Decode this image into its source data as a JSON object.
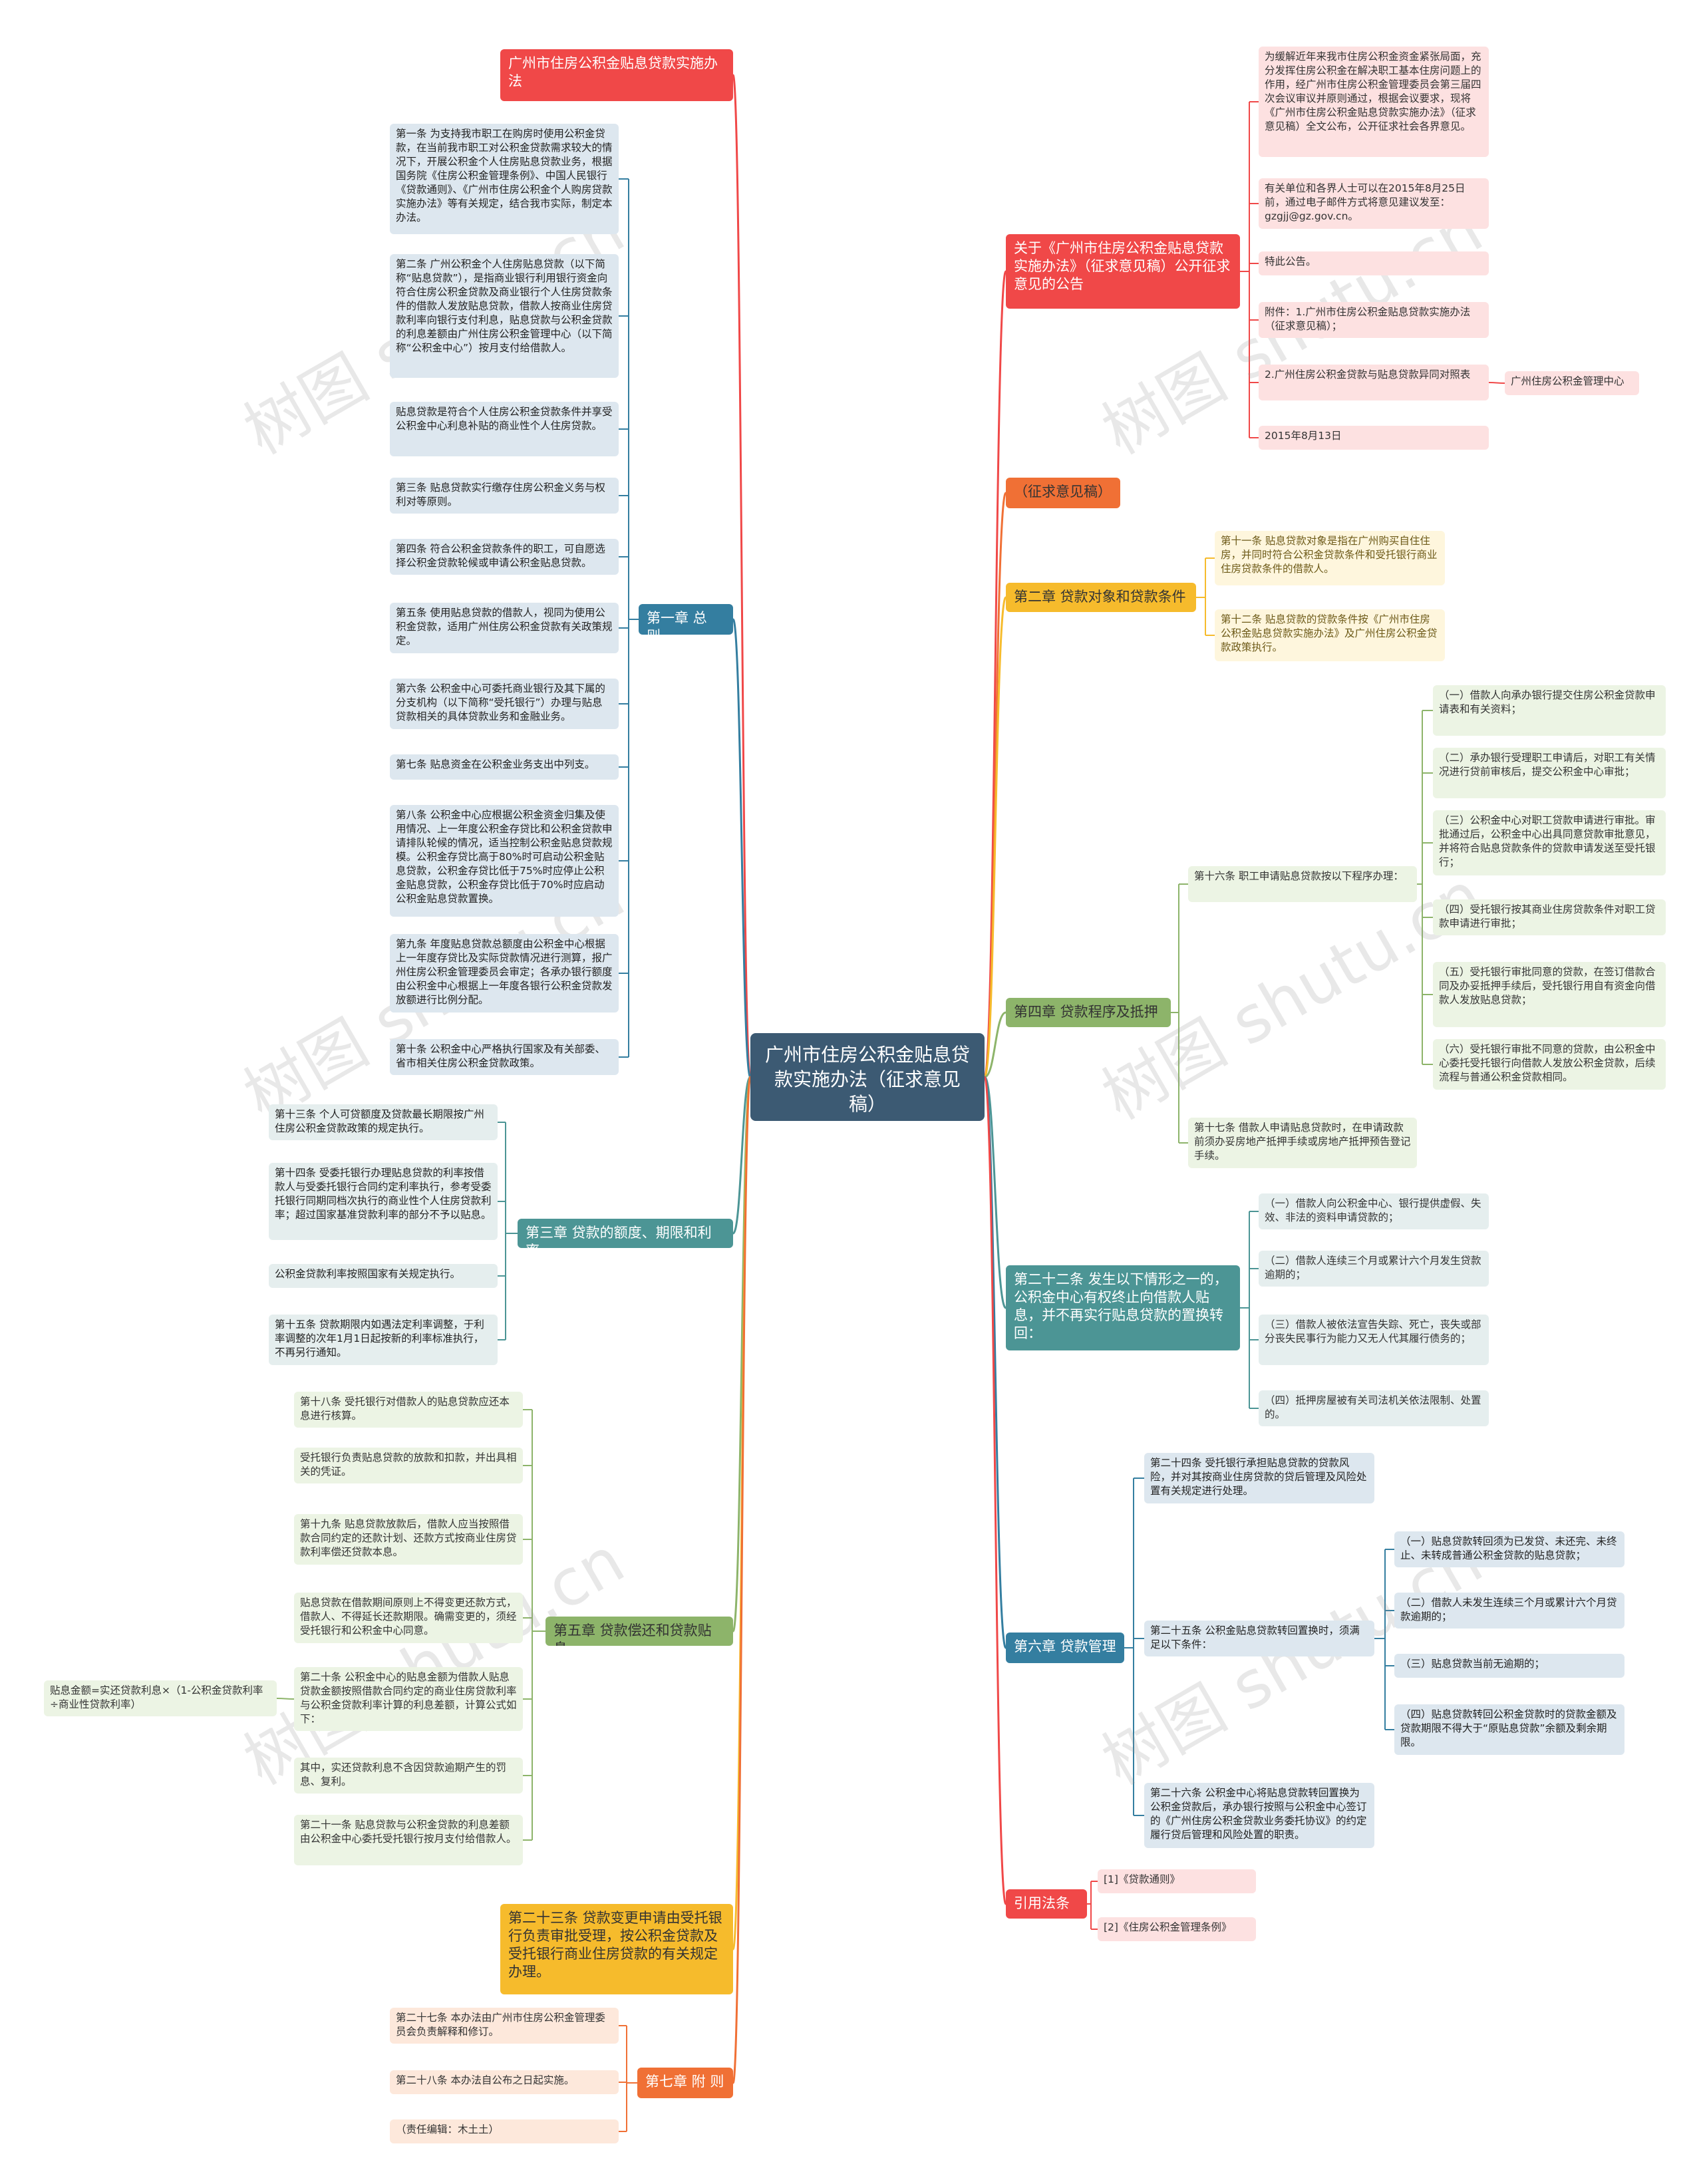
{
  "title": "广州市住房公积金贴息贷款实施办法（征求意见稿）",
  "watermark": "树图 shutu.cn",
  "colors": {
    "root": "#3c5a73",
    "red": "#f04848",
    "orange": "#f07035",
    "yellow": "#f6bb2c",
    "green": "#8db46a",
    "teal": "#4c9595",
    "blue": "#347ea0",
    "lightPink": "#fde1e1",
    "lightBlue": "#dde7ef",
    "lightYellow": "#fef6dd",
    "lightGreen": "#ecf4e4",
    "lightTeal": "#e5eeee",
    "lightPeach": "#fde8db"
  },
  "left": {
    "ch_title": {
      "label": "广州市住房公积金贴息贷款实施办法"
    },
    "ch1": {
      "label": "第一章 总 则",
      "items": [
        "第一条 为支持我市职工在购房时使用公积金贷款，在当前我市职工对公积金贷款需求较大的情况下，开展公积金个人住房贴息贷款业务，根据国务院《住房公积金管理条例》、中国人民银行《贷款通则》、《广州市住房公积金个人购房贷款实施办法》等有关规定，结合我市实际，制定本办法。",
        "第二条 广州公积金个人住房贴息贷款（以下简称“贴息贷款”），是指商业银行利用银行资金向符合住房公积金贷款及商业银行个人住房贷款条件的借款人发放贴息贷款，借款人按商业住房贷款利率向银行支付利息，贴息贷款与公积金贷款的利息差额由广州住房公积金管理中心（以下简称“公积金中心”）按月支付给借款人。",
        "贴息贷款是符合个人住房公积金贷款条件并享受公积金中心利息补贴的商业性个人住房贷款。",
        "第三条 贴息贷款实行缴存住房公积金义务与权利对等原则。",
        "第四条 符合公积金贷款条件的职工，可自愿选择公积金贷款轮候或申请公积金贴息贷款。",
        "第五条 使用贴息贷款的借款人，视同为使用公积金贷款，适用广州住房公积金贷款有关政策规定。",
        "第六条 公积金中心可委托商业银行及其下属的分支机构（以下简称“受托银行”）办理与贴息贷款相关的具体贷款业务和金融业务。",
        "第七条 贴息资金在公积金业务支出中列支。",
        "第八条 公积金中心应根据公积金资金归集及使用情况、上一年度公积金存贷比和公积金贷款申请排队轮候的情况，适当控制公积金贴息贷款规模。公积金存贷比高于80%时可启动公积金贴息贷款，公积金存贷比低于75%时应停止公积金贴息贷款，公积金存贷比低于70%时应启动公积金贴息贷款置换。",
        "第九条 年度贴息贷款总额度由公积金中心根据上一年度存贷比及实际贷款情况进行测算，报广州住房公积金管理委员会审定；各承办银行额度由公积金中心根据上一年度各银行公积金贷款发放额进行比例分配。",
        "第十条 公积金中心严格执行国家及有关部委、省市相关住房公积金贷款政策。"
      ]
    },
    "ch3": {
      "label": "第三章 贷款的额度、期限和利率",
      "items": [
        "第十三条 个人可贷额度及贷款最长期限按广州住房公积金贷款政策的规定执行。",
        "第十四条 受委托银行办理贴息贷款的利率按借款人与受委托银行合同约定利率执行，参考受委托银行同期同档次执行的商业性个人住房贷款利率；超过国家基准贷款利率的部分不予以贴息。",
        "公积金贷款利率按照国家有关规定执行。",
        "第十五条 贷款期限内如遇法定利率调整，于利率调整的次年1月1日起按新的利率标准执行，不再另行通知。"
      ]
    },
    "ch5": {
      "label": "第五章 贷款偿还和贷款贴息",
      "items": [
        "第十八条 受托银行对借款人的贴息贷款应还本息进行核算。",
        "受托银行负责贴息贷款的放款和扣款，并出具相关的凭证。",
        "第十九条 贴息贷款放款后，借款人应当按照借款合同约定的还款计划、还款方式按商业住房贷款利率偿还贷款本息。",
        "贴息贷款在借款期间原则上不得变更还款方式，借款人、不得延长还款期限。确需变更的，须经受托银行和公积金中心同意。",
        "第二十条 公积金中心的贴息金额为借款人贴息贷款金额按照借款合同约定的商业住房贷款利率与公积金贷款利率计算的利息差额，计算公式如下：",
        "其中，实还贷款利息不含因贷款逾期产生的罚息、复利。",
        "第二十一条 贴息贷款与公积金贷款的利息差额由公积金中心委托受托银行按月支付给借款人。"
      ],
      "formula": "贴息金额=实还贷款利息×（1-公积金贷款利率÷商业性贷款利率）"
    },
    "art23": {
      "label": "第二十三条 贷款变更申请由受托银行负责审批受理，按公积金贷款及受托银行商业住房贷款的有关规定办理。"
    },
    "ch7": {
      "label": "第七章 附 则",
      "items": [
        "第二十七条 本办法由广州市住房公积金管理委员会负责解释和修订。",
        "第二十八条 本办法自公布之日起实施。",
        "（责任编辑：木土土）"
      ]
    }
  },
  "right": {
    "notice": {
      "label": "关于《广州市住房公积金贴息贷款实施办法》（征求意见稿）公开征求意见的公告",
      "items": [
        "为缓解近年来我市住房公积金资金紧张局面，充分发挥住房公积金在解决职工基本住房问题上的作用，经广州市住房公积金管理委员会第三届四次会议审议并原则通过，根据会议要求，现将《广州市住房公积金贴息贷款实施办法》（征求意见稿）全文公布，公开征求社会各界意见。",
        "有关单位和各界人士可以在2015年8月25日前，通过电子邮件方式将意见建议发至：gzgjj@gz.gov.cn。",
        "特此公告。",
        "附件：1.广州市住房公积金贴息贷款实施办法（征求意见稿）；",
        "2.广州住房公积金贷款与贴息贷款异同对照表",
        "2015年8月13日"
      ],
      "sub": "广州住房公积金管理中心"
    },
    "draft": {
      "label": "（征求意见稿）"
    },
    "ch2": {
      "label": "第二章 贷款对象和贷款条件",
      "items": [
        "第十一条 贴息贷款对象是指在广州购买自住住房，并同时符合公积金贷款条件和受托银行商业住房贷款条件的借款人。",
        "第十二条 贴息贷款的贷款条件按《广州市住房公积金贴息贷款实施办法》及广州住房公积金贷款政策执行。"
      ]
    },
    "ch4": {
      "label": "第四章 贷款程序及抵押",
      "art16": "第十六条 职工申请贴息贷款按以下程序办理：",
      "art16_items": [
        "（一）借款人向承办银行提交住房公积金贷款申请表和有关资料；",
        "（二）承办银行受理职工申请后，对职工有关情况进行贷前审核后，提交公积金中心审批；",
        "（三）公积金中心对职工贷款申请进行审批。审批通过后，公积金中心出具同意贷款审批意见，并将符合贴息贷款条件的贷款申请发送至受托银行；",
        "（四）受托银行按其商业住房贷款条件对职工贷款申请进行审批；",
        "（五）受托银行审批同意的贷款，在签订借款合同及办妥抵押手续后，受托银行用自有资金向借款人发放贴息贷款；",
        "（六）受托银行审批不同意的贷款，由公积金中心委托受托银行向借款人发放公积金贷款，后续流程与普通公积金贷款相同。"
      ],
      "art17": "第十七条 借款人申请贴息贷款时，在申请政款前须办妥房地产抵押手续或房地产抵押预告登记手续。"
    },
    "art22": {
      "label": "第二十二条 发生以下情形之一的，公积金中心有权终止向借款人贴息，并不再实行贴息贷款的置换转回：",
      "items": [
        "（一）借款人向公积金中心、银行提供虚假、失效、非法的资料申请贷款的；",
        "（二）借款人连续三个月或累计六个月发生贷款逾期的；",
        "（三）借款人被依法宣告失踪、死亡，丧失或部分丧失民事行为能力又无人代其履行债务的；",
        "（四）抵押房屋被有关司法机关依法限制、处置的。"
      ]
    },
    "ch6": {
      "label": "第六章 贷款管理",
      "art24": "第二十四条 受托银行承担贴息贷款的贷款风险，并对其按商业住房贷款的贷后管理及风险处置有关规定进行处理。",
      "art25": "第二十五条 公积金贴息贷款转回置换时，须满足以下条件：",
      "art25_items": [
        "（一）贴息贷款转回须为已发贷、未还完、未终止、未转成普通公积金贷款的贴息贷款；",
        "（二）借款人未发生连续三个月或累计六个月贷款逾期的；",
        "（三）贴息贷款当前无逾期的；",
        "（四）贴息贷款转回公积金贷款时的贷款金额及贷款期限不得大于“原贴息贷款”余额及剩余期限。"
      ],
      "art26": "第二十六条 公积金中心将贴息贷款转回置换为公积金贷款后，承办银行按照与公积金中心签订的《广州住房公积金贷款业务委托协议》的约定履行贷后管理和风险处置的职责。"
    },
    "refs": {
      "label": "引用法条",
      "items": [
        "[1]《贷款通则》",
        "[2]《住房公积金管理条例》"
      ]
    }
  }
}
